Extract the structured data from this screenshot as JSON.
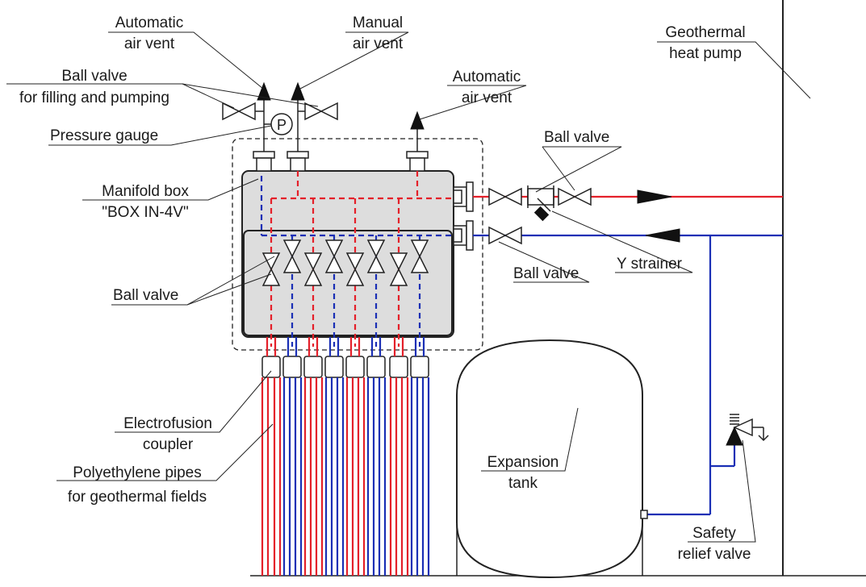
{
  "labels": {
    "automatic_air_vent_1": [
      "Automatic",
      "air vent"
    ],
    "manual_air_vent": [
      "Manual",
      "air vent"
    ],
    "ball_valve_filling": [
      "Ball valve",
      "for filling and pumping"
    ],
    "pressure_gauge": "Pressure gauge",
    "pressure_gauge_symbol": "P",
    "automatic_air_vent_2": [
      "Automatic",
      "air vent"
    ],
    "geothermal_heat_pump": [
      "Geothermal",
      "heat pump"
    ],
    "ball_valve_top": "Ball valve",
    "manifold_box": [
      "Manifold box",
      "\"BOX IN-4V\""
    ],
    "ball_valve_bottom": "Ball valve",
    "y_strainer": "Y strainer",
    "ball_valve_manifold": "Ball valve",
    "electrofusion_coupler": [
      "Electrofusion",
      "coupler"
    ],
    "expansion_tank": [
      "Expansion",
      "tank"
    ],
    "polyethylene_pipes": [
      "Polyethylene pipes",
      "for geothermal fields"
    ],
    "safety_relief_valve": [
      "Safety",
      "relief valve"
    ]
  },
  "colors": {
    "supply": "#e4202a",
    "return": "#1a2fb5",
    "manifold_fill": "#dddddd",
    "line": "#222222"
  }
}
